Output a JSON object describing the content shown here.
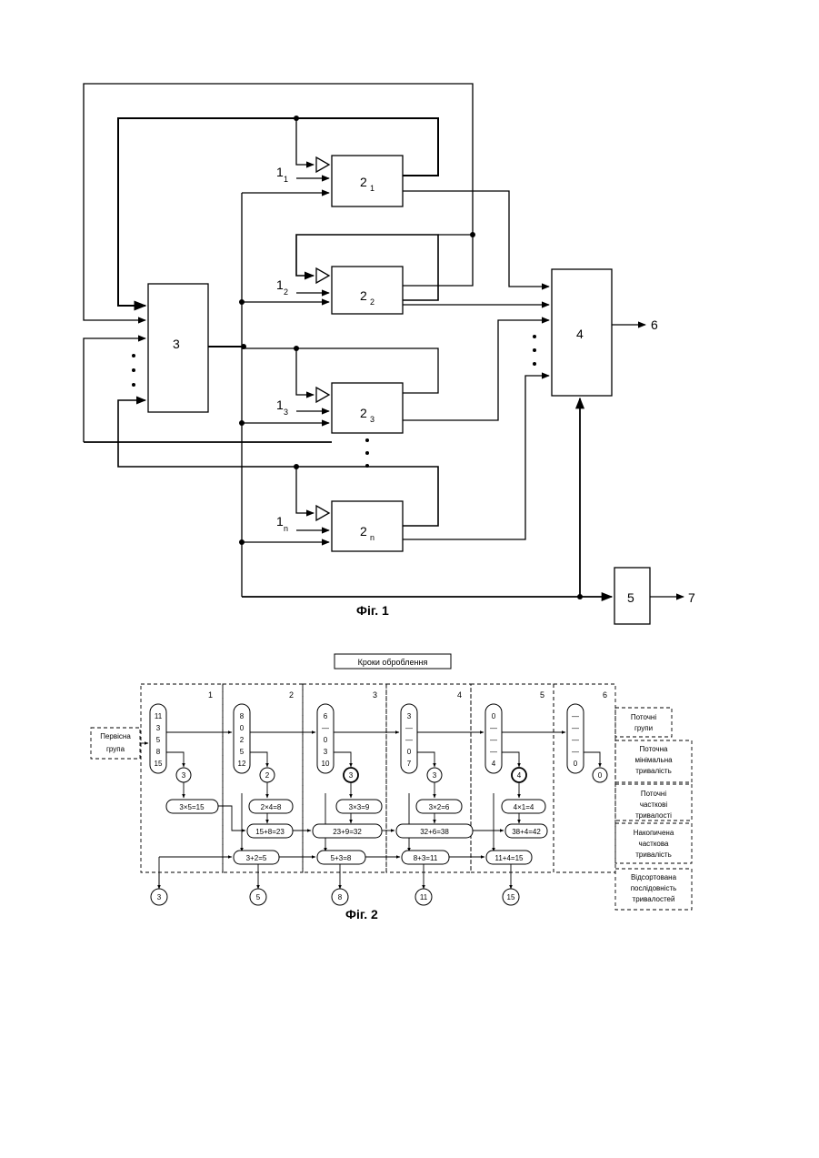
{
  "fig1": {
    "caption": "Фіг. 1",
    "block3": "3",
    "block4": "4",
    "block5": "5",
    "out6": "6",
    "out7": "7",
    "units": [
      {
        "label": "2",
        "sub": "1",
        "in_label": "1",
        "in_sub": "1"
      },
      {
        "label": "2",
        "sub": "2",
        "in_label": "1",
        "in_sub": "2"
      },
      {
        "label": "2",
        "sub": "3",
        "in_label": "1",
        "in_sub": "3"
      },
      {
        "label": "2",
        "sub": "n",
        "in_label": "1",
        "in_sub": "n"
      }
    ]
  },
  "fig2": {
    "caption": "Фіг. 2",
    "header": "Кроки оброблення",
    "initial_group": "Первісна група",
    "steps": [
      "1",
      "2",
      "3",
      "4",
      "5",
      "6"
    ],
    "groups": [
      [
        "11",
        "3",
        "5",
        "8",
        "15"
      ],
      [
        "8",
        "0",
        "2",
        "5",
        "12"
      ],
      [
        "6",
        "—",
        "0",
        "3",
        "10"
      ],
      [
        "3",
        "—",
        "—",
        "0",
        "7"
      ],
      [
        "0",
        "—",
        "—",
        "—",
        "4"
      ],
      [
        "—",
        "—",
        "—",
        "—",
        "0"
      ]
    ],
    "minima": [
      "3",
      "2",
      "3",
      "3",
      "4",
      "0"
    ],
    "partial": [
      "3×5=15",
      "2×4=8",
      "3×3=9",
      "3×2=6",
      "4×1=4"
    ],
    "accumulated": [
      "15+8=23",
      "23+9=32",
      "32+6=38",
      "38+4=42"
    ],
    "chain": [
      "3+2=5",
      "5+3=8",
      "8+3=11",
      "11+4=15"
    ],
    "sorted": [
      "3",
      "5",
      "8",
      "11",
      "15"
    ],
    "legend": {
      "current_groups": "Поточні групи",
      "current_min": "Поточна мінімальна тривалість",
      "current_partial": "Поточні часткові тривалості",
      "accumulated": "Накопичена часткова тривалість",
      "sorted": "Відсортована послідовність тривалостей"
    }
  }
}
